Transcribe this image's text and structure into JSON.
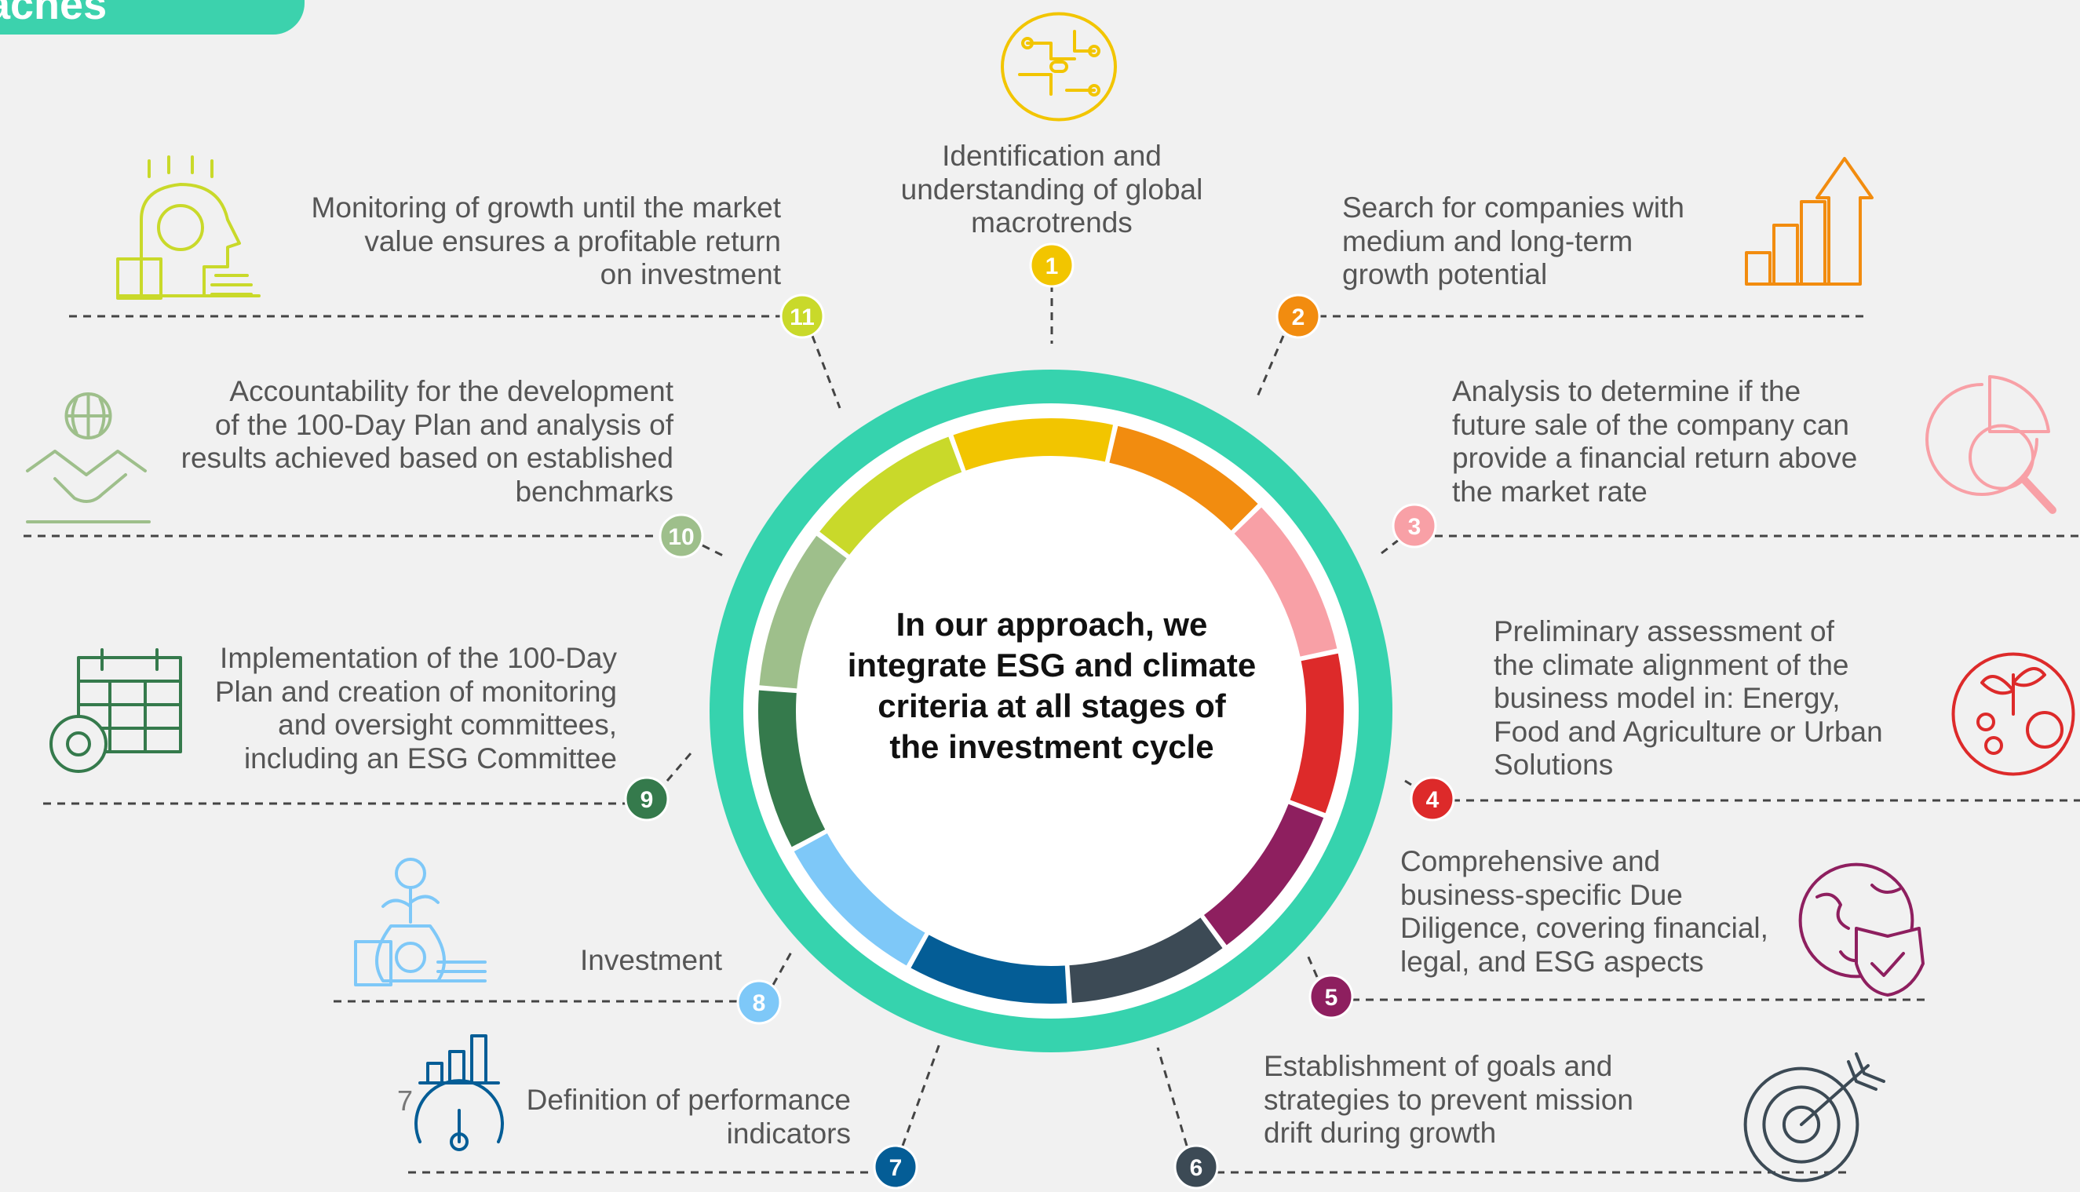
{
  "header_tab": "oaches",
  "center_text": [
    "In our approach, we",
    "integrate ESG and climate",
    "criteria at all stages of",
    "the investment cycle"
  ],
  "stray_label": "7",
  "stages": [
    {
      "number": "1",
      "color": "#f2c500",
      "icon": "circuit-brain-icon",
      "lines": [
        "Identification and",
        "understanding of global",
        "macrotrends"
      ]
    },
    {
      "number": "2",
      "color": "#f28c0f",
      "icon": "growth-bars-arrow-icon",
      "lines": [
        "Search for companies with",
        "medium and long-term",
        "growth potential"
      ]
    },
    {
      "number": "3",
      "color": "#f8a0a6",
      "icon": "pie-chart-magnifier-icon",
      "lines": [
        "Analysis to determine if the",
        "future sale of the company can",
        "provide a financial return above",
        "the market rate"
      ]
    },
    {
      "number": "4",
      "color": "#dd2a2a",
      "icon": "plant-gear-people-icon",
      "lines": [
        "Preliminary assessment of",
        "the climate alignment of the",
        "business model in: Energy,",
        "Food and Agriculture or Urban",
        "Solutions"
      ]
    },
    {
      "number": "5",
      "color": "#8e1f5f",
      "icon": "globe-shield-icon",
      "lines": [
        "Comprehensive and",
        "business-specific Due",
        "Diligence, covering financial,",
        "legal, and ESG aspects"
      ]
    },
    {
      "number": "6",
      "color": "#3c4a55",
      "icon": "target-arrow-icon",
      "lines": [
        "Establishment of goals and",
        "strategies to prevent mission",
        "drift during growth"
      ]
    },
    {
      "number": "7",
      "color": "#045d96",
      "icon": "gauge-chart-icon",
      "lines": [
        "Definition of performance",
        "indicators"
      ]
    },
    {
      "number": "8",
      "color": "#7ec8f8",
      "icon": "money-bag-plant-icon",
      "lines": [
        "Investment"
      ]
    },
    {
      "number": "9",
      "color": "#357a4c",
      "icon": "calendar-gear-icon",
      "lines": [
        "Implementation of the 100-Day",
        "Plan and creation of monitoring",
        "and oversight committees,",
        "including an ESG Committee"
      ]
    },
    {
      "number": "10",
      "color": "#9ebf8b",
      "icon": "handshake-globe-icon",
      "lines": [
        "Accountability for the development",
        "of the 100-Day Plan and analysis of",
        "results achieved based on established",
        "benchmarks"
      ]
    },
    {
      "number": "11",
      "color": "#c9d92a",
      "icon": "head-coin-growth-icon",
      "lines": [
        "Monitoring of growth until the market",
        "value ensures a profitable return",
        "on investment"
      ]
    }
  ],
  "colors": {
    "ring_outer": "#36d3ae",
    "background": "#f1f1f1",
    "text": "#555555"
  }
}
